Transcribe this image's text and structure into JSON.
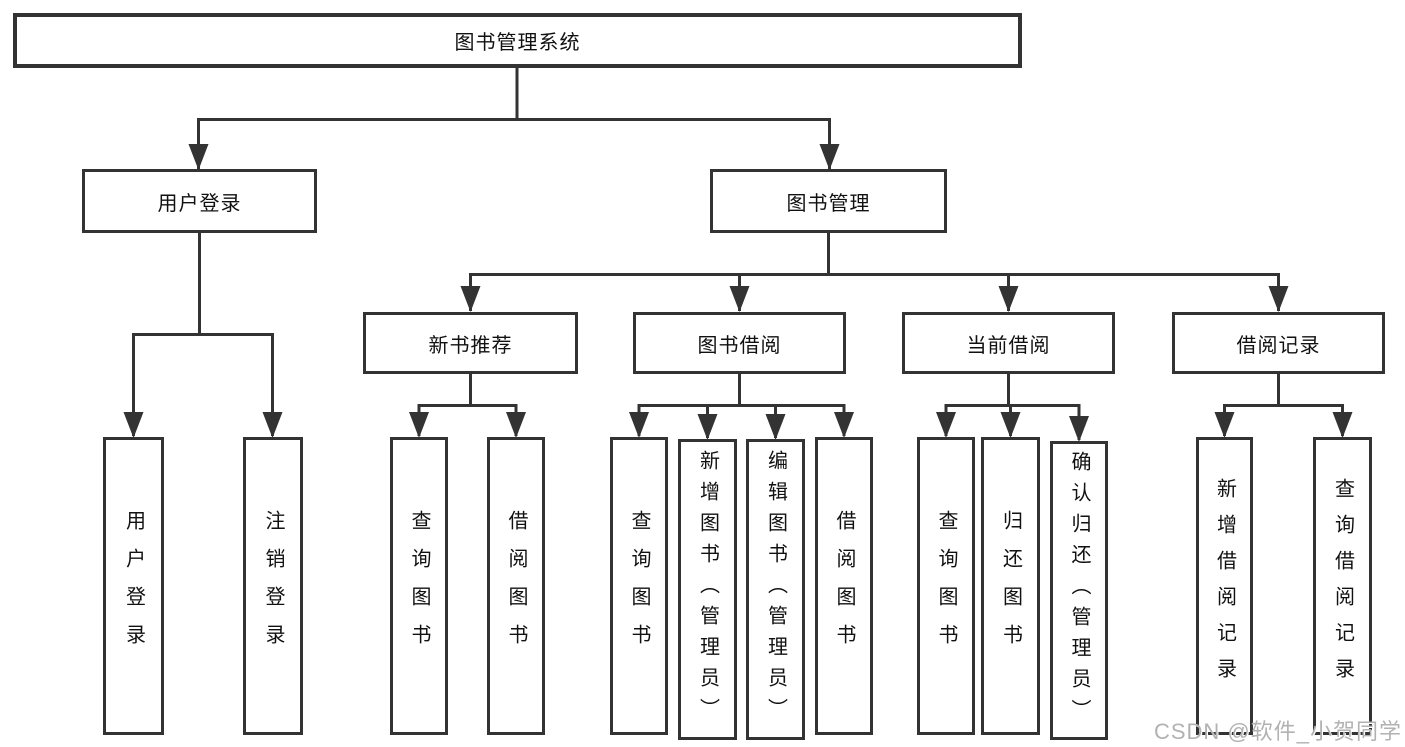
{
  "diagram": {
    "type": "hierarchy",
    "root": {
      "label": "图书管理系统"
    },
    "level2": [
      {
        "label": "用户登录",
        "parent": "图书管理系统"
      },
      {
        "label": "图书管理",
        "parent": "图书管理系统"
      }
    ],
    "level3": [
      {
        "label": "新书推荐",
        "parent": "图书管理"
      },
      {
        "label": "图书借阅",
        "parent": "图书管理"
      },
      {
        "label": "当前借阅",
        "parent": "图书管理"
      },
      {
        "label": "借阅记录",
        "parent": "图书管理"
      }
    ],
    "leaves": [
      {
        "label": "用户登录",
        "parent": "用户登录"
      },
      {
        "label": "注销登录",
        "parent": "用户登录"
      },
      {
        "label": "查询图书",
        "parent": "新书推荐"
      },
      {
        "label": "借阅图书",
        "parent": "新书推荐"
      },
      {
        "label": "查询图书",
        "parent": "图书借阅"
      },
      {
        "label": "新增图书（管理员）",
        "parent": "图书借阅"
      },
      {
        "label": "编辑图书（管理员）",
        "parent": "图书借阅"
      },
      {
        "label": "借阅图书",
        "parent": "图书借阅"
      },
      {
        "label": "查询图书",
        "parent": "当前借阅"
      },
      {
        "label": "归还图书",
        "parent": "当前借阅"
      },
      {
        "label": "确认归还（管理员）",
        "parent": "当前借阅"
      },
      {
        "label": "新增借阅记录",
        "parent": "借阅记录"
      },
      {
        "label": "查询借阅记录",
        "parent": "借阅记录"
      }
    ]
  },
  "watermark": "CSDN @软件_小贺同学",
  "colors": {
    "line": "#333333",
    "box_border": "#333333",
    "box_fill": "#ffffff",
    "text": "#111111",
    "watermark": "#b2b2b2"
  }
}
